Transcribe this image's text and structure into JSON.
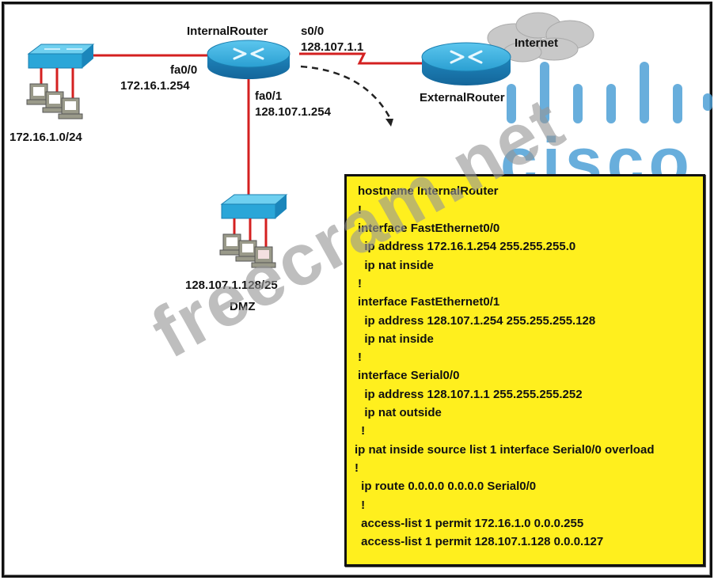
{
  "diagram": {
    "devices": {
      "internal_router": {
        "label": "InternalRouter"
      },
      "external_router": {
        "label": "ExternalRouter"
      },
      "internet_cloud": {
        "label": "Internet"
      },
      "lan_switch": {
        "label": ""
      },
      "dmz_switch": {
        "label": ""
      }
    },
    "networks": {
      "lan": {
        "label": "172.16.1.0/24"
      },
      "dmz": {
        "subnet": "128.107.1.128/25",
        "label": "DMZ"
      }
    },
    "interfaces": {
      "fa0_0": {
        "name": "fa0/0",
        "ip": "172.16.1.254"
      },
      "fa0_1": {
        "name": "fa0/1",
        "ip": "128.107.1.254"
      },
      "s0_0": {
        "name": "s0/0",
        "ip": "128.107.1.1"
      }
    },
    "colors": {
      "link": "#d42020",
      "device": "#2aa6d8",
      "config_bg": "#ffef1e",
      "cloud": "#c8c8c8"
    }
  },
  "config": {
    "lines": [
      "hostname InternalRouter",
      "!",
      "interface FastEthernet0/0",
      "  ip address 172.16.1.254 255.255.255.0",
      "  ip nat inside",
      "!",
      "interface FastEthernet0/1",
      "  ip address 128.107.1.254 255.255.255.128",
      "  ip nat inside",
      "!",
      "interface Serial0/0",
      "  ip address 128.107.1.1 255.255.255.252",
      "  ip nat outside",
      " !",
      "ip nat inside source list 1 interface Serial0/0 overload",
      "!",
      " ip route 0.0.0.0 0.0.0.0 Serial0/0",
      " !",
      " access-list 1 permit 172.16.1.0 0.0.0.255",
      " access-list 1 permit 128.107.1.128 0.0.0.127"
    ]
  },
  "watermarks": {
    "site": "freecram.net",
    "brand": "cisco"
  }
}
